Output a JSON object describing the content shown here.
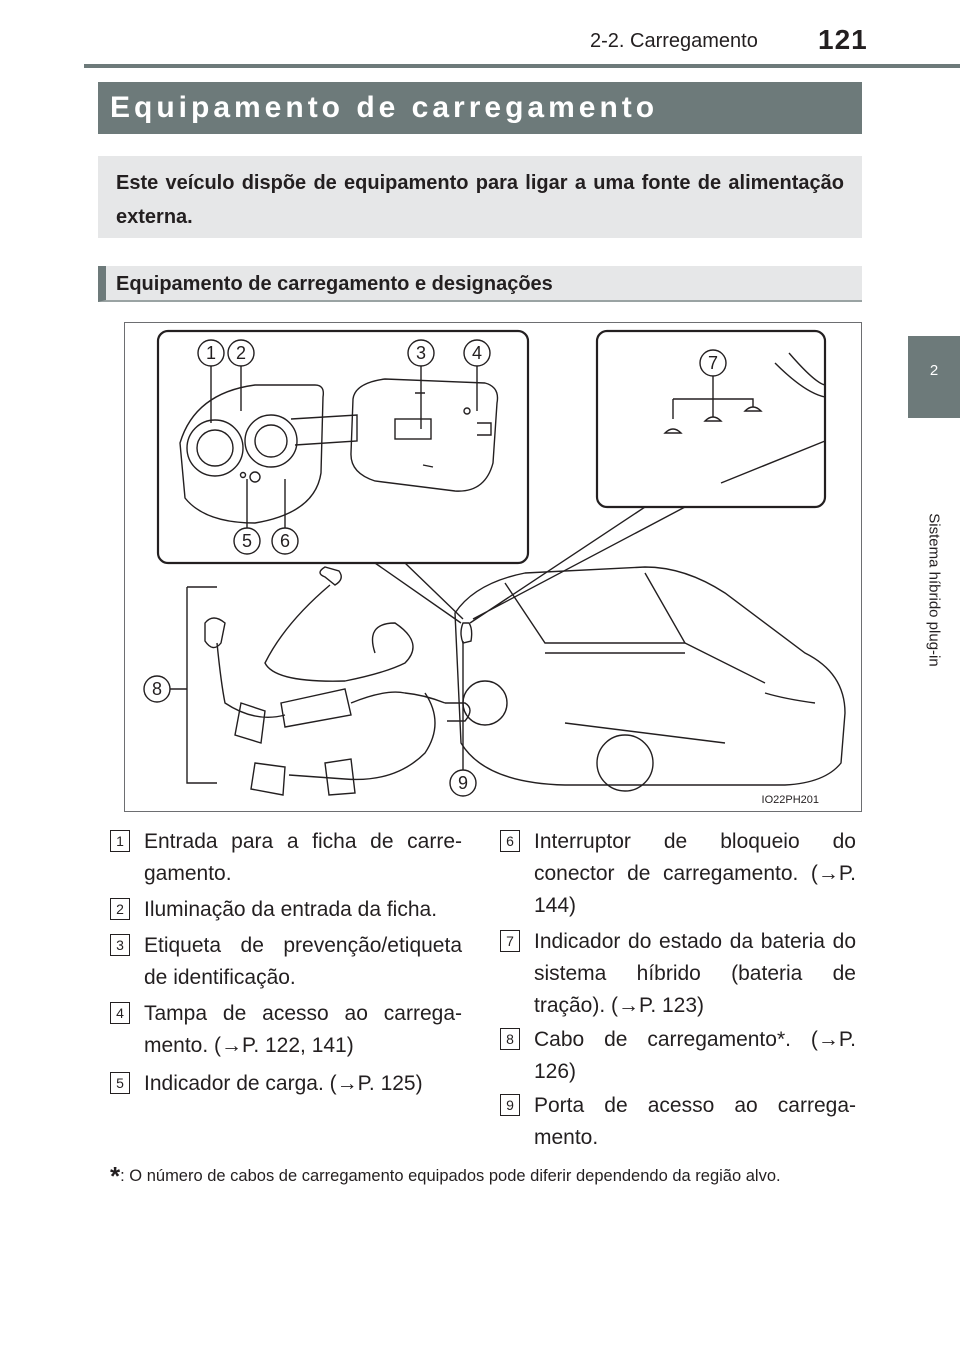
{
  "header": {
    "section": "2-2. Carregamento",
    "page_number": "121"
  },
  "side_tab": {
    "chapter_number": "2",
    "chapter_title": "Sistema híbrido plug-in"
  },
  "title": "Equipamento de carregamento",
  "intro": "Este veículo dispõe de equipamento para ligar a uma fonte de alimentação externa.",
  "subheading": "Equipamento de carregamento e designações",
  "figure": {
    "code": "IO22PH201",
    "callouts": [
      "1",
      "2",
      "3",
      "4",
      "5",
      "6",
      "7",
      "8",
      "9"
    ]
  },
  "items_left": [
    {
      "num": "1",
      "text": "Entrada para a ficha de carre-gamento."
    },
    {
      "num": "2",
      "text": "Iluminação da entrada da ficha."
    },
    {
      "num": "3",
      "text": "Etiqueta de prevenção/etiqueta de identificação."
    },
    {
      "num": "4",
      "text": "Tampa de acesso ao carrega-mento. (→P. 122, 141)"
    },
    {
      "num": "5",
      "text": "Indicador de carga. (→P. 125)"
    }
  ],
  "items_right": [
    {
      "num": "6",
      "text": "Interruptor de bloqueio do conector de carregamento. (→P. 144)"
    },
    {
      "num": "7",
      "text": "Indicador do estado da bateria do sistema híbrido (bateria de tração). (→P. 123)"
    },
    {
      "num": "8",
      "text": "Cabo de carregamento*. (→P. 126)"
    },
    {
      "num": "9",
      "text": "Porta de acesso ao carrega-mento."
    }
  ],
  "footnote": {
    "mark": "*",
    "text": ": O número de cabos de carregamento equipados pode diferir dependendo da região alvo."
  }
}
